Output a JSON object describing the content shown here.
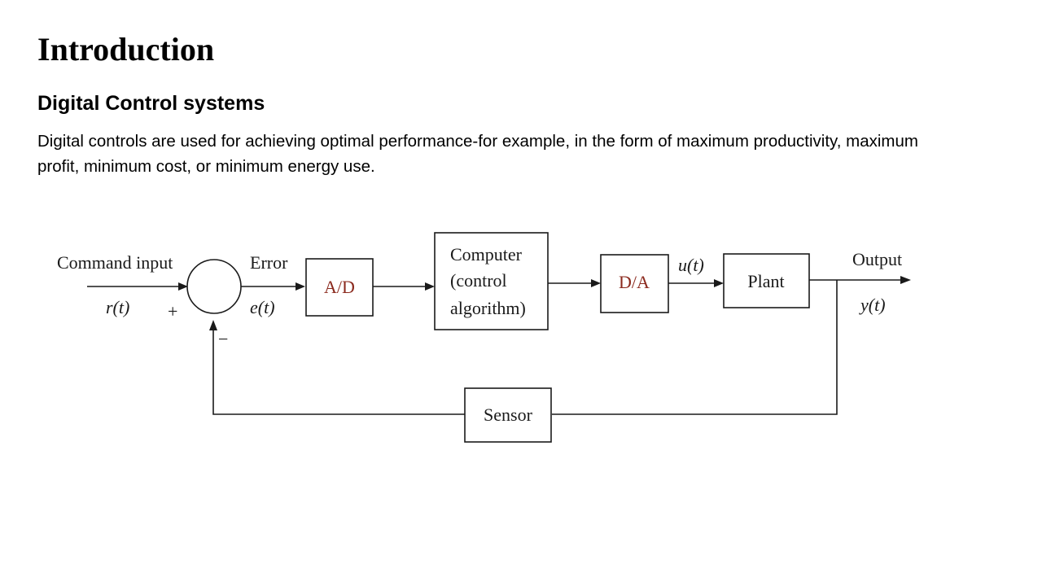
{
  "slide": {
    "title": "Introduction",
    "heading": "Digital Control systems",
    "body": "Digital controls are used for achieving optimal performance-for example, in the form of maximum productivity, maximum profit, minimum cost, or minimum energy use."
  },
  "diagram": {
    "command_input_label": "Command input",
    "reference_signal": "r(t)",
    "plus_sign": "+",
    "minus_sign": "−",
    "error_label": "Error",
    "error_signal": "e(t)",
    "ad_block": "A/D",
    "computer_block": [
      "Computer",
      "(control",
      "algorithm)"
    ],
    "da_block": "D/A",
    "control_signal": "u(t)",
    "plant_block": "Plant",
    "output_label": "Output",
    "output_signal": "y(t)",
    "sensor_block": "Sensor",
    "colors": {
      "converter_text": "#8b2a1e",
      "line": "#1a1a1a"
    }
  }
}
